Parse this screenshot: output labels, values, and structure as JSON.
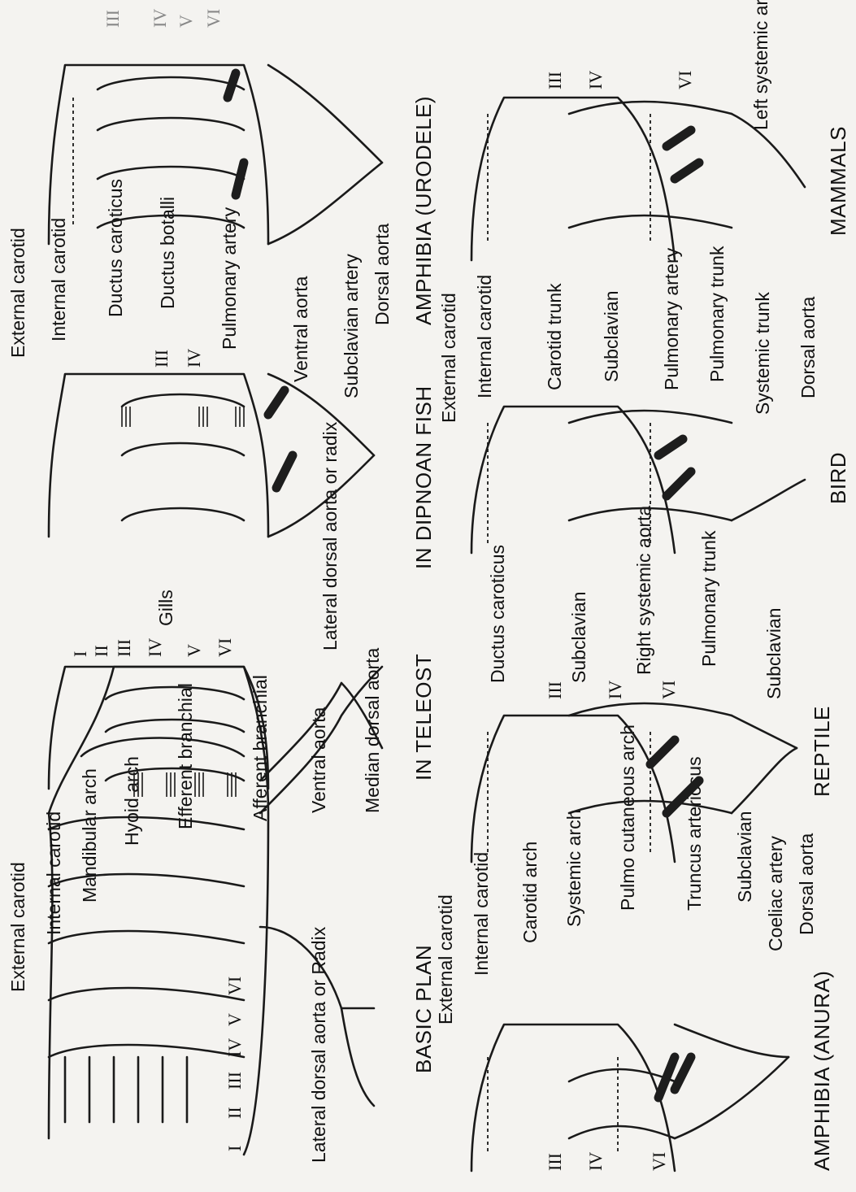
{
  "panels": {
    "basic_plan": {
      "caption": "BASIC PLAN",
      "arches": [
        "I",
        "II",
        "III",
        "IV",
        "V",
        "VI"
      ],
      "labels": {
        "external_carotid": "External carotid",
        "internal_carotid": "Internal carotid",
        "mandibular_arch": "Mandibular arch",
        "hyoid_arch": "Hyoid arch",
        "efferent_branchial": "Efferent branchial",
        "afferent_branchial": "Afferent branchial",
        "ventral_aorta": "Ventral aorta",
        "median_dorsal_aorta": "Median dorsal aorta",
        "lateral_dorsal_aorta": "Lateral dorsal aorta or Radix"
      }
    },
    "teleost": {
      "caption": "IN TELEOST",
      "arches": [
        "I",
        "II",
        "III",
        "IV",
        "V",
        "VI"
      ],
      "labels": {
        "gills": "Gills",
        "lateral_dorsal_aorta": "Lateral dorsal aorta or radix"
      }
    },
    "dipnoan": {
      "caption": "IN DIPNOAN FISH",
      "arches": [
        "III",
        "IV"
      ],
      "labels": {
        "external_carotid": "External carotid",
        "internal_carotid": "Internal carotid",
        "ductus_caroticus": "Ductus caroticus",
        "ductus_botalli": "Ductus botalli",
        "pulmonary_artery": "Pulmonary artery",
        "ventral_aorta": "Ventral aorta",
        "subclavian_artery": "Subclavian artery",
        "dorsal_aorta": "Dorsal aorta"
      }
    },
    "urodele": {
      "caption": "AMPHIBIA (URODELE)",
      "arches": [
        "III",
        "IV",
        "V",
        "VI"
      ]
    },
    "anura": {
      "caption": "AMPHIBIA (ANURA)",
      "arches": [
        "III",
        "IV",
        "VI"
      ],
      "labels": {
        "external_carotid": "External carotid",
        "internal_carotid": "Internal carotid",
        "carotid_arch": "Carotid arch",
        "systemic_arch": "Systemic arch",
        "pulmo_cutaneous_arch": "Pulmo cutaneous arch",
        "truncus_arteriosus": "Truncus arteriosus",
        "subclavian": "Subclavian",
        "coeliac_artery": "Coeliac artery",
        "dorsal_aorta": "Dorsal aorta"
      }
    },
    "reptile": {
      "caption": "REPTILE",
      "arches": [
        "III",
        "IV",
        "VI"
      ],
      "labels": {
        "ductus_caroticus": "Ductus caroticus",
        "subclavian_upper": "Subclavian",
        "right_systemic_aorta": "Right systemic aorta",
        "pulmonary_trunk": "Pulmonary trunk",
        "subclavian_lower": "Subclavian"
      }
    },
    "bird": {
      "caption": "BIRD",
      "labels": {
        "external_carotid": "External carotid",
        "internal_carotid": "Internal carotid",
        "carotid_trunk": "Carotid trunk",
        "subclavian": "Subclavian",
        "pulmonary_artery": "Pulmonary artery",
        "pulmonary_trunk": "Pulmonary trunk",
        "systemic_trunk": "Systemic trunk",
        "dorsal_aorta": "Dorsal aorta"
      }
    },
    "mammals": {
      "caption": "MAMMALS",
      "arches": [
        "III",
        "IV",
        "VI"
      ],
      "labels": {
        "left_systemic_aorta": "Left systemic arota"
      }
    }
  }
}
